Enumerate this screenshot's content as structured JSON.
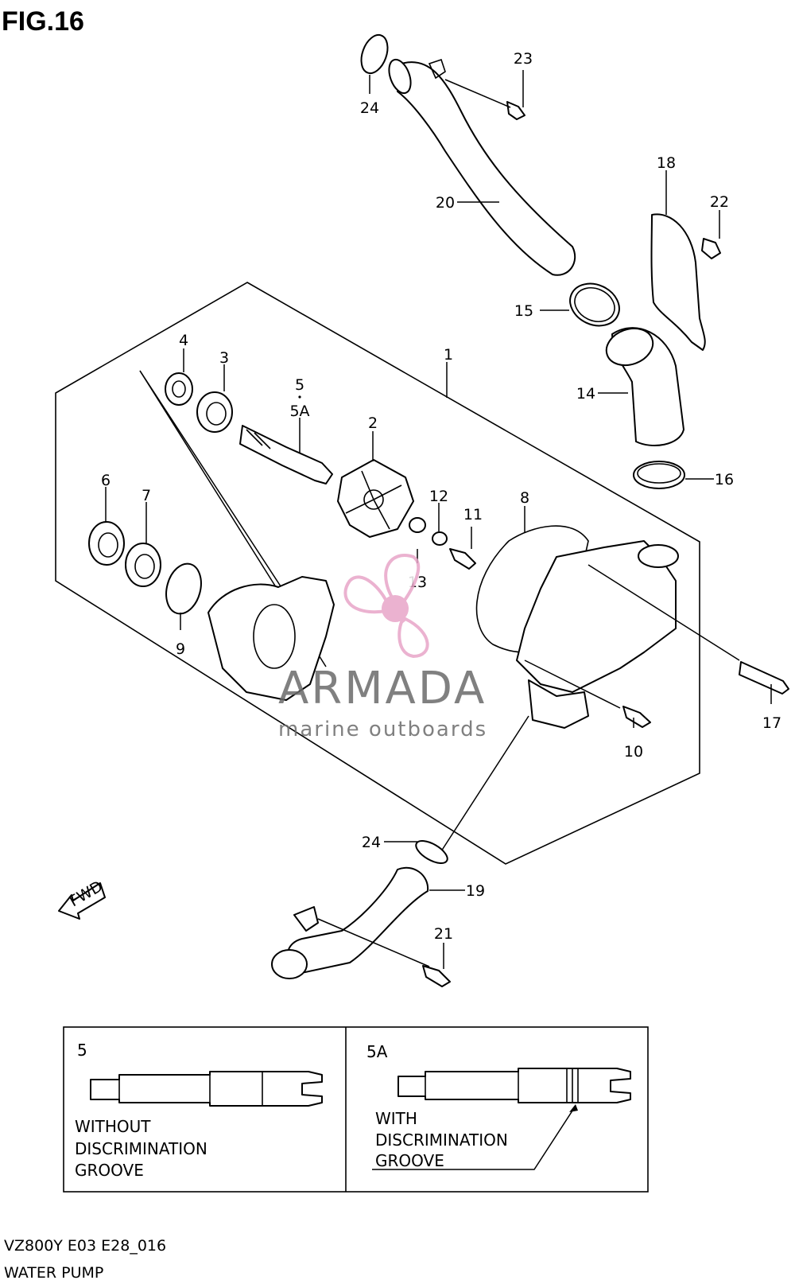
{
  "figure": {
    "title": "FIG.16",
    "model_code": "VZ800Y E03 E28_016",
    "assembly_name": "WATER PUMP"
  },
  "callouts": {
    "p1": "1",
    "p2": "2",
    "p3": "3",
    "p4": "4",
    "p5": "5",
    "p5a": "5A",
    "p6": "6",
    "p7": "7",
    "p8": "8",
    "p9": "9",
    "p10": "10",
    "p11": "11",
    "p12": "12",
    "p13": "13",
    "p14": "14",
    "p15": "15",
    "p16": "16",
    "p17": "17",
    "p18": "18",
    "p19": "19",
    "p20": "20",
    "p21": "21",
    "p22": "22",
    "p23": "23",
    "p24_top": "24",
    "p24_bottom": "24"
  },
  "direction_marker": {
    "label": "FWD"
  },
  "inset": {
    "left": {
      "label": "5",
      "note_lines": [
        "WITHOUT",
        "DISCRIMINATION",
        "GROOVE"
      ]
    },
    "right": {
      "label": "5A",
      "note_lines": [
        "WITH",
        "DISCRIMINATION",
        "GROOVE"
      ]
    }
  },
  "watermark": {
    "brand": "ARMADA",
    "tagline": "marine outboards",
    "logo_icon": "propeller-logo-icon",
    "accent_color": "#e8a5c8"
  }
}
